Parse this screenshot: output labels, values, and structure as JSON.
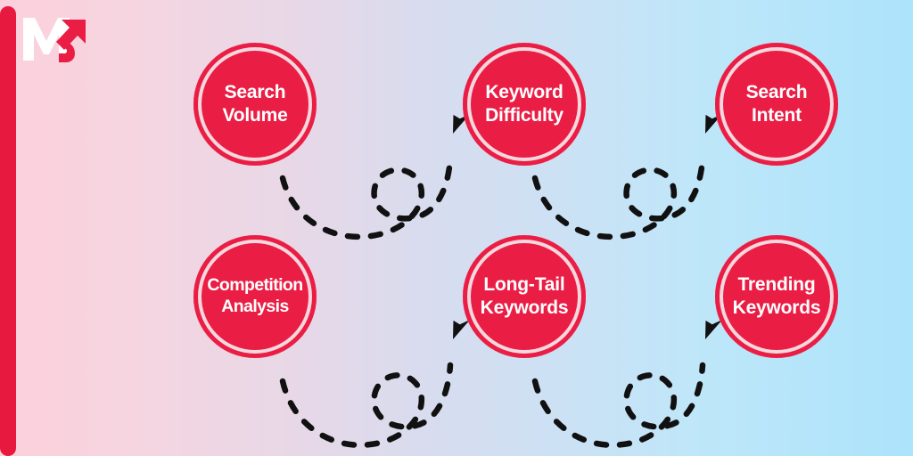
{
  "brand": {
    "logo_name": "monitoring-logo",
    "accent_bar_color": "#e8193f",
    "logo_letter_primary": "M",
    "logo_letter_secondary": "R"
  },
  "background": {
    "gradient_start": "#fbd0dc",
    "gradient_mid": "#d8dcee",
    "gradient_end": "#ace4fb"
  },
  "diagram": {
    "node_fill_color": "#ea1e45",
    "node_ring_color": "#f6d7de",
    "node_text_color": "#ffffff",
    "connector_color": "#1a1a1a",
    "nodes": [
      {
        "id": "search-volume",
        "label": "Search\nVolume",
        "row": 1,
        "col": 1
      },
      {
        "id": "keyword-difficulty",
        "label": "Keyword\nDifficulty",
        "row": 1,
        "col": 2
      },
      {
        "id": "search-intent",
        "label": "Search\nIntent",
        "row": 1,
        "col": 3
      },
      {
        "id": "competition-analysis",
        "label": "Competition\nAnalysis",
        "row": 2,
        "col": 1
      },
      {
        "id": "long-tail-keywords",
        "label": "Long-Tail\nKeywords",
        "row": 2,
        "col": 2
      },
      {
        "id": "trending-keywords",
        "label": "Trending\nKeywords",
        "row": 2,
        "col": 3
      }
    ],
    "connectors": [
      {
        "id": "search-volume-to-keyword-difficulty",
        "from": "search-volume",
        "to": "keyword-difficulty",
        "style": "dashed-looping-arrow"
      },
      {
        "id": "keyword-difficulty-to-search-intent",
        "from": "keyword-difficulty",
        "to": "search-intent",
        "style": "dashed-looping-arrow"
      },
      {
        "id": "competition-analysis-to-long-tail-keywords",
        "from": "competition-analysis",
        "to": "long-tail-keywords",
        "style": "dashed-looping-arrow"
      },
      {
        "id": "long-tail-keywords-to-trending-keywords",
        "from": "long-tail-keywords",
        "to": "trending-keywords",
        "style": "dashed-looping-arrow"
      }
    ]
  }
}
